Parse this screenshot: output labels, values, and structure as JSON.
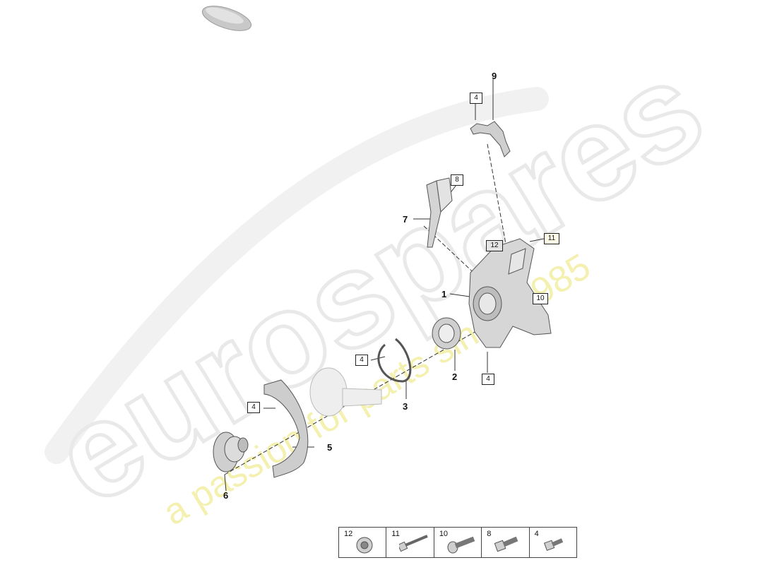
{
  "watermark": {
    "brand": "eurospares",
    "tagline": "a passion for parts since 1985"
  },
  "callouts": {
    "c1": "1",
    "c2": "2",
    "c3": "3",
    "c5": "5",
    "c6": "6",
    "c7": "7",
    "c9": "9"
  },
  "boxes": {
    "b4_top": "4",
    "b8": "8",
    "b12": "12",
    "b11": "11",
    "b10": "10",
    "b4_right": "4",
    "b4_mid": "4",
    "b4_left": "4"
  },
  "legend": [
    {
      "num": "12",
      "icon": "nut-icon"
    },
    {
      "num": "11",
      "icon": "long-bolt-icon"
    },
    {
      "num": "10",
      "icon": "flange-bolt-icon"
    },
    {
      "num": "8",
      "icon": "hex-bolt-icon"
    },
    {
      "num": "4",
      "icon": "short-bolt-icon"
    }
  ],
  "colors": {
    "part_fill": "#dcdcdc",
    "part_stroke": "#555555",
    "leader": "#333333",
    "watermark_gray": "#ececec",
    "watermark_yellow": "#f3f0b0"
  }
}
